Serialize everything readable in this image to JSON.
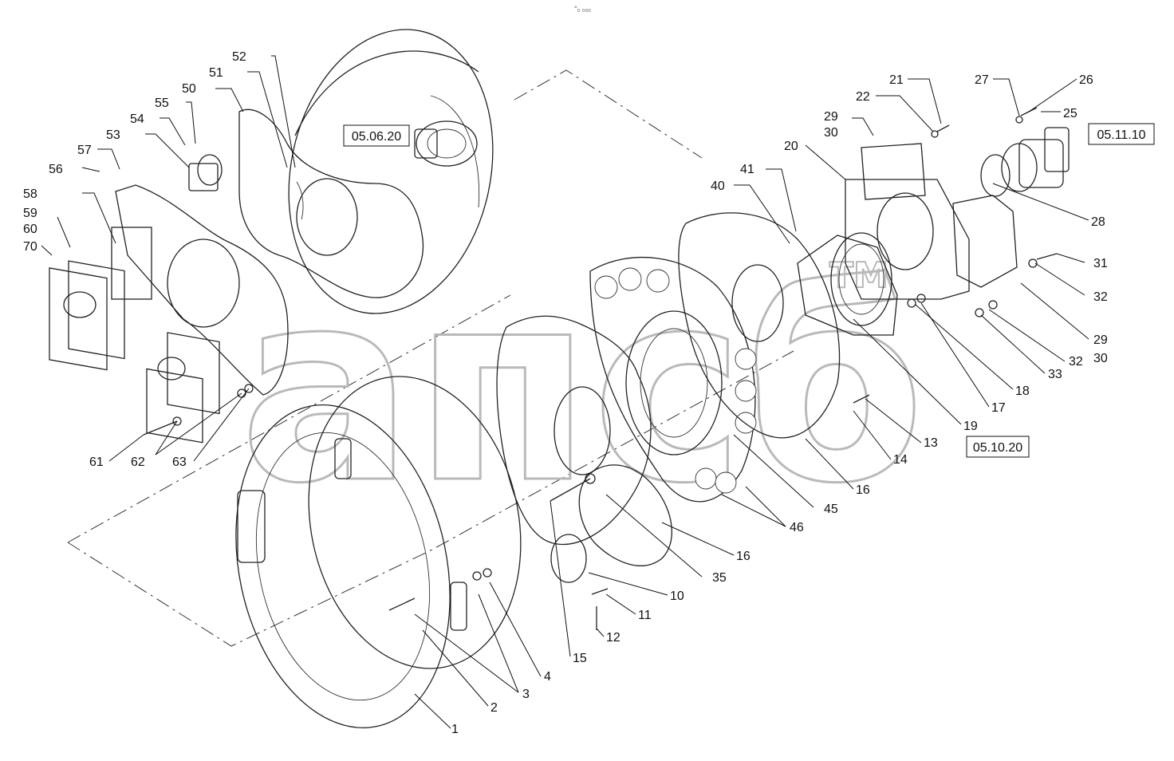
{
  "header_mark": "°₀ ₀₀₀",
  "watermark": {
    "text": "апсб",
    "tm": "TM"
  },
  "reference_boxes": [
    "05.06.20",
    "05.11.10",
    "05.10.20"
  ],
  "callouts": [
    "1",
    "2",
    "3",
    "3",
    "4",
    "10",
    "11",
    "12",
    "13",
    "14",
    "15",
    "16",
    "16",
    "17",
    "18",
    "19",
    "20",
    "21",
    "22",
    "25",
    "26",
    "27",
    "28",
    "29",
    "30",
    "29",
    "30",
    "31",
    "32",
    "32",
    "33",
    "35",
    "40",
    "41",
    "45",
    "46",
    "50",
    "51",
    "52",
    "53",
    "54",
    "55",
    "56",
    "57",
    "58",
    "59",
    "60",
    "70",
    "61",
    "62",
    "63"
  ]
}
